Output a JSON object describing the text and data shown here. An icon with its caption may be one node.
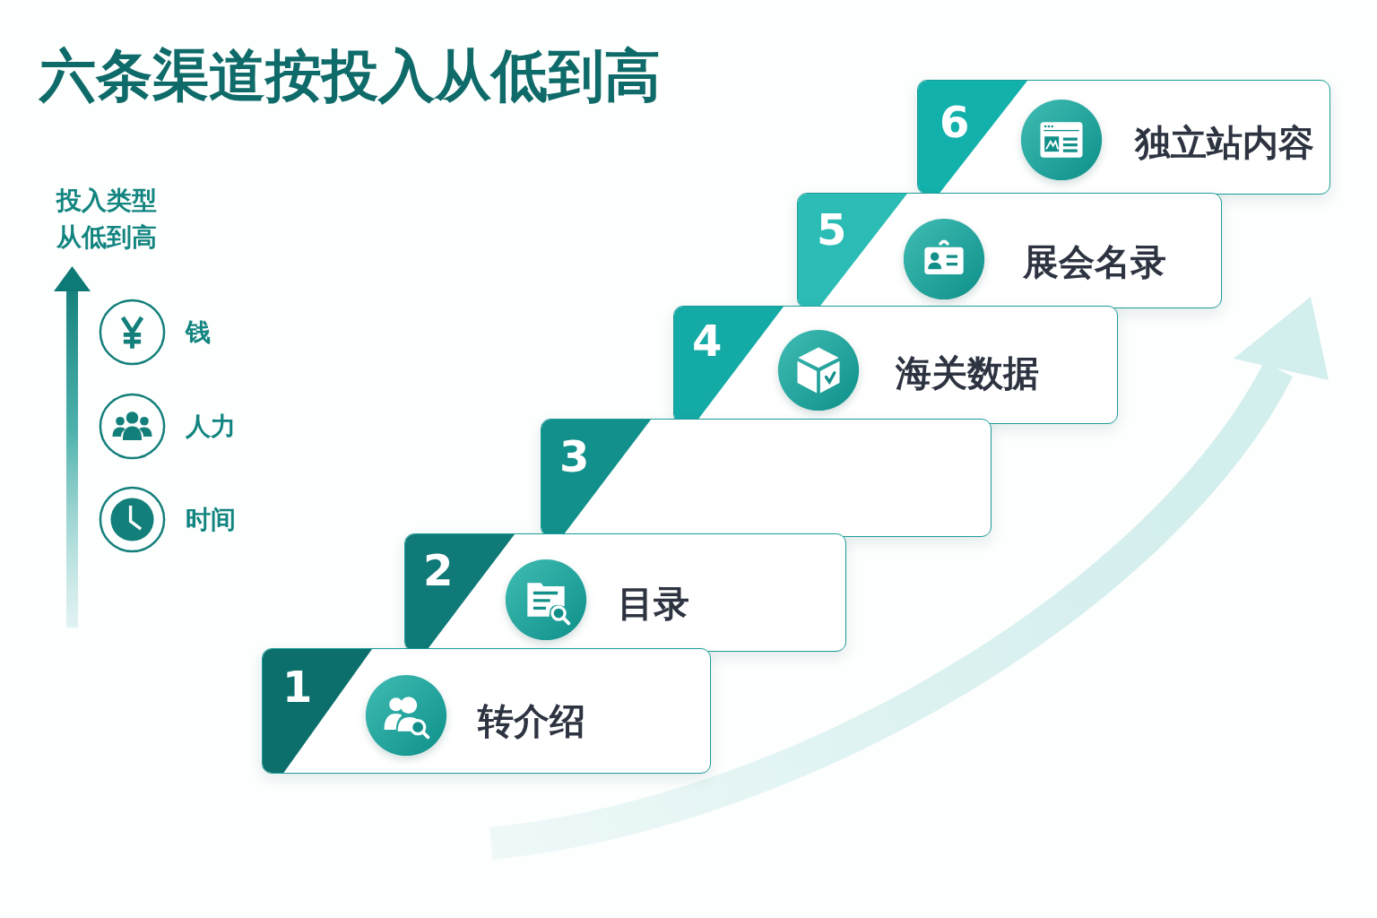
{
  "diagram": {
    "title": "六条渠道按投入从低到高",
    "nodes": [
      {
        "text": [
          "1",
          "转介绍"
        ]
      },
      {
        "text": [
          "2",
          "目录"
        ]
      },
      {
        "text": [
          "3"
        ]
      },
      {
        "text": [
          "4",
          "海关数据"
        ]
      },
      {
        "text": [
          "5",
          "展会名录"
        ]
      },
      {
        "text": [
          "6",
          "独立站内容"
        ]
      }
    ],
    "labels": [
      "投入类型从低到高",
      "钱",
      "人力",
      "时间"
    ]
  }
}
